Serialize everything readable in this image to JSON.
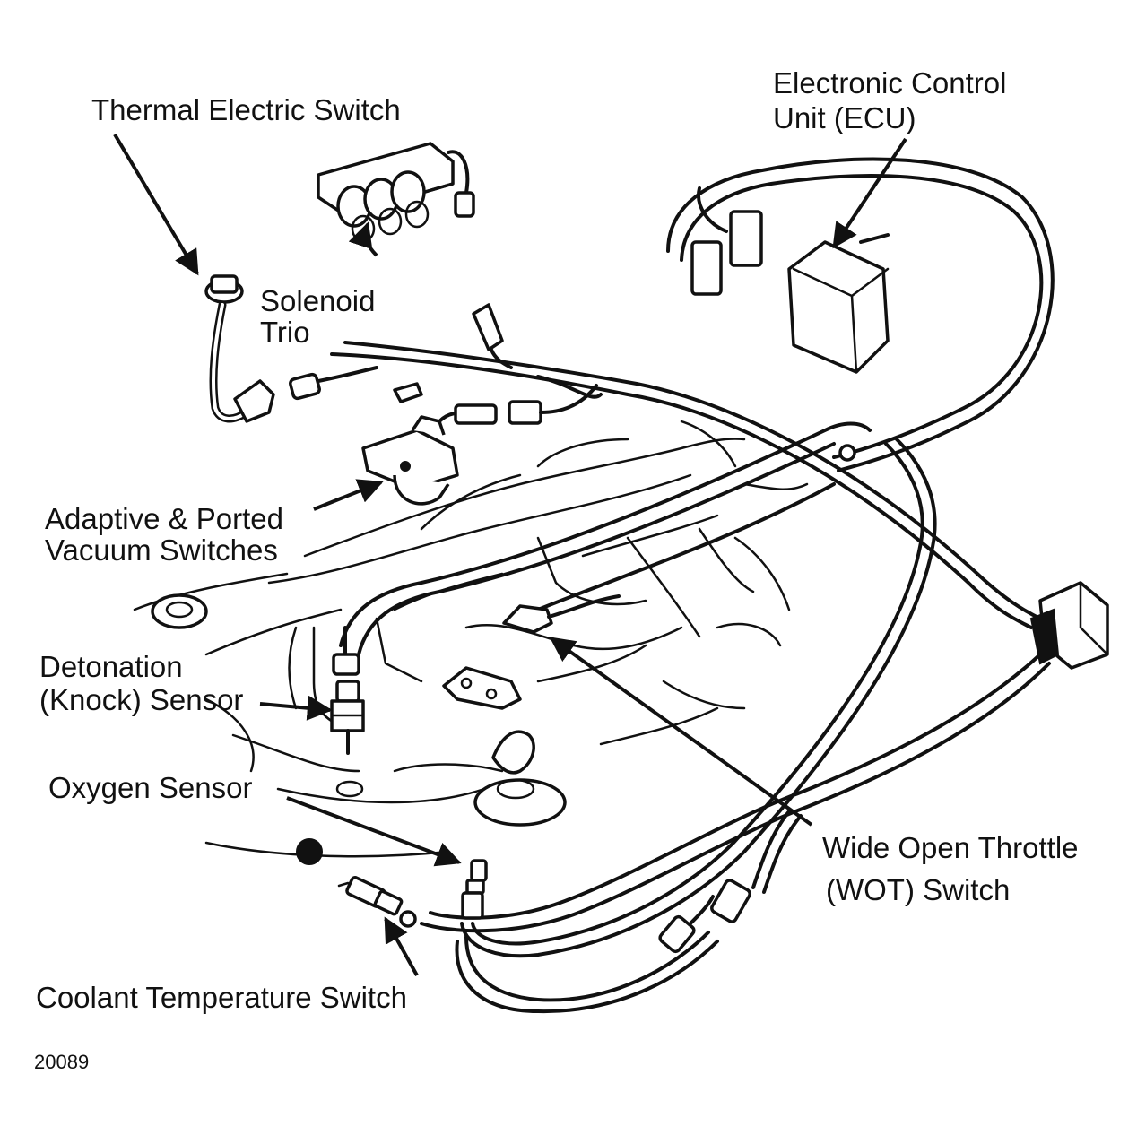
{
  "labels": {
    "thermal_electric_switch": "Thermal Electric Switch",
    "ecu_line1": "Electronic Control",
    "ecu_line2": "Unit (ECU)",
    "solenoid_line1": "Solenoid",
    "solenoid_line2": "Trio",
    "vacuum_line1": "Adaptive & Ported",
    "vacuum_line2": "Vacuum Switches",
    "detonation_line1": "Detonation",
    "detonation_line2": "(Knock) Sensor",
    "oxygen_sensor": "Oxygen Sensor",
    "wot_line1": "Wide Open Throttle",
    "wot_line2": "(WOT) Switch",
    "coolant_switch": "Coolant Temperature Switch"
  },
  "figure_number": "20089"
}
